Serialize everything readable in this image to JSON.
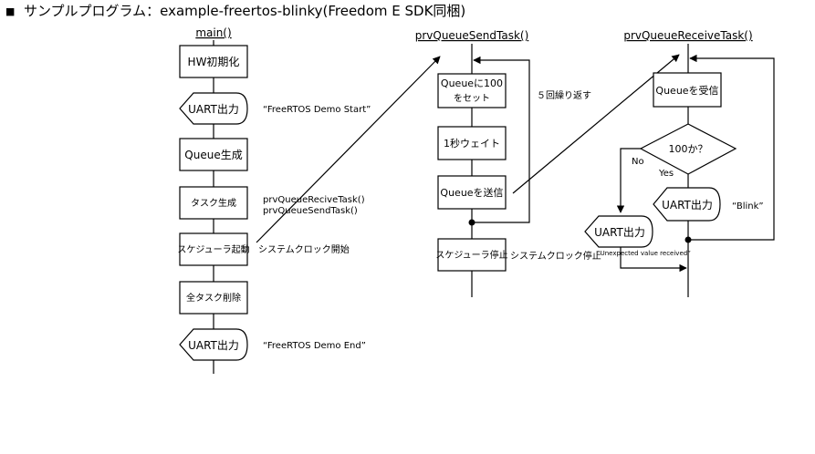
{
  "page": {
    "bullet": "■",
    "heading": "サンプルプログラム：example-freertos-blinky(Freedom E SDK同梱)"
  },
  "main_flow": {
    "title": "main()",
    "steps": {
      "hw_init": "HW初期化",
      "uart_start": "UART出力",
      "queue_create": "Queue生成",
      "task_create": "タスク生成",
      "scheduler_start": "スケジューラ起動",
      "delete_tasks": "全タスク削除",
      "uart_end": "UART出力"
    },
    "notes": {
      "uart_start": "“FreeRTOS Demo Start”",
      "task_create_1": "prvQueueReciveTask()",
      "task_create_2": "prvQueueSendTask()",
      "scheduler_start": "システムクロック開始",
      "uart_end": "“FreeRTOS Demo End”"
    }
  },
  "send_flow": {
    "title": "prvQueueSendTask()",
    "steps": {
      "set_value_1": "Queueに100",
      "set_value_2": "をセット",
      "wait": "1秒ウェイト",
      "send": "Queueを送信",
      "scheduler_stop": "スケジューラ停止"
    },
    "notes": {
      "repeat": "５回繰り返す",
      "scheduler_stop": "システムクロック停止"
    }
  },
  "receive_flow": {
    "title": "prvQueueReceiveTask()",
    "steps": {
      "receive": "Queueを受信",
      "decision": "100か？",
      "uart_blink": "UART出力",
      "uart_error": "UART出力"
    },
    "branches": {
      "no": "No",
      "yes": "Yes"
    },
    "notes": {
      "blink": "“Blink”",
      "unexpected": "“Unexpected value received”"
    }
  }
}
